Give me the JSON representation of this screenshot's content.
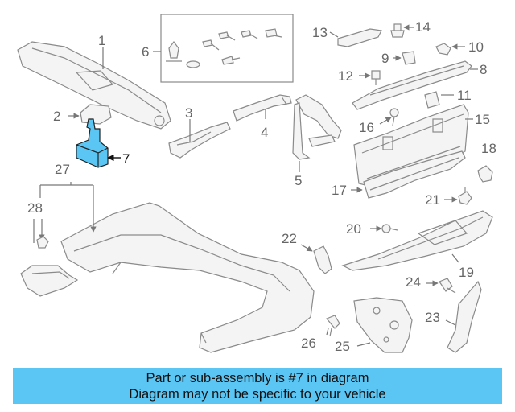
{
  "callouts": {
    "c1": "1",
    "c2": "2",
    "c3": "3",
    "c4": "4",
    "c5": "5",
    "c6": "6",
    "c7": "7",
    "c8": "8",
    "c9": "9",
    "c10": "10",
    "c11": "11",
    "c12": "12",
    "c13": "13",
    "c14": "14",
    "c15": "15",
    "c16": "16",
    "c17": "17",
    "c18": "18",
    "c19": "19",
    "c20": "20",
    "c21": "21",
    "c22": "22",
    "c23": "23",
    "c24": "24",
    "c25": "25",
    "c26": "26",
    "c27": "27",
    "c28": "28"
  },
  "banner": {
    "line1": "Part or sub-assembly is #7 in diagram",
    "line2": "Diagram may not be specific to your vehicle"
  },
  "colors": {
    "highlight": "#5bc6f4",
    "part_fill": "#f4f4f4",
    "part_stroke": "#8a8a8a"
  }
}
